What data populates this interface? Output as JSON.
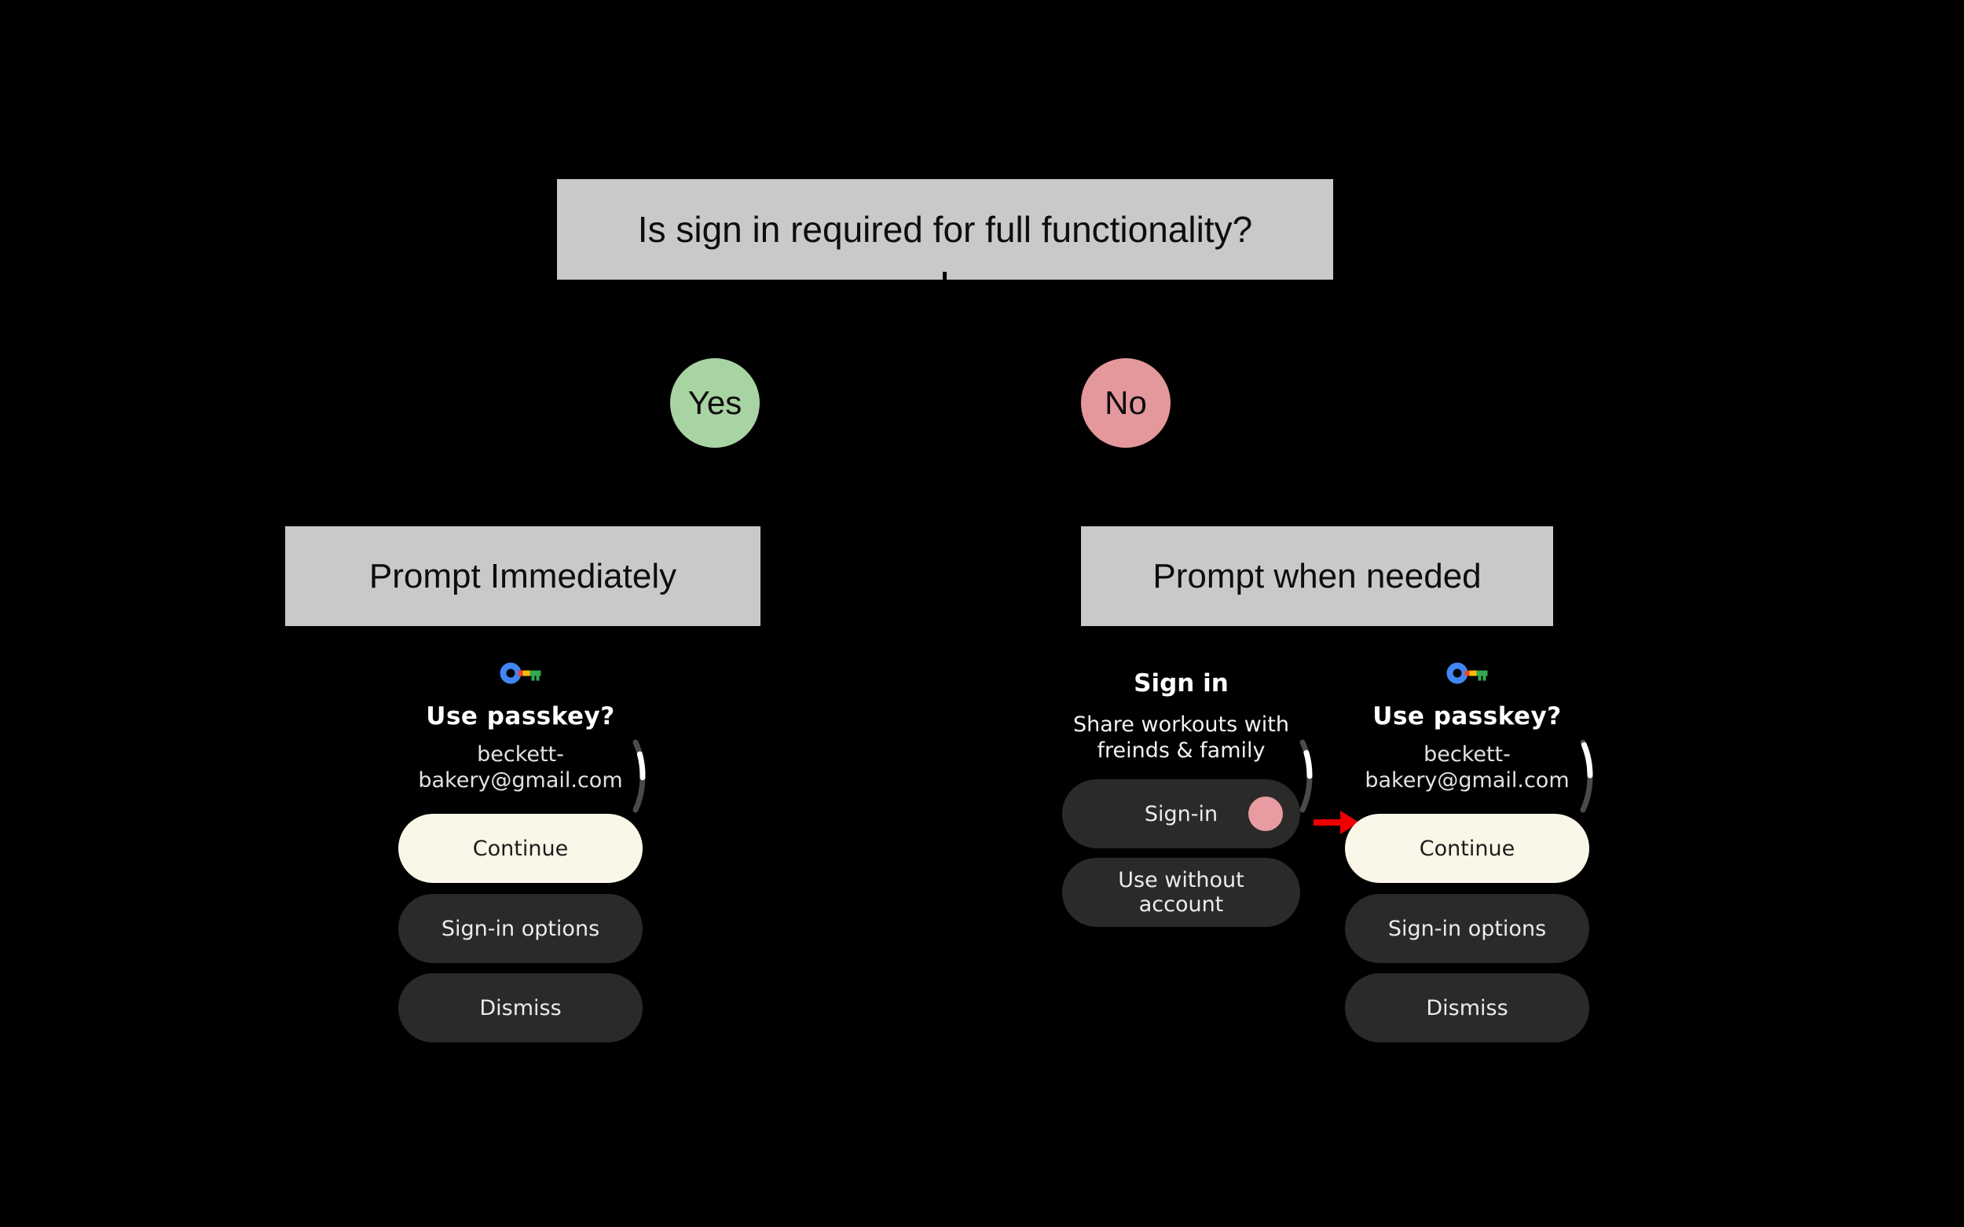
{
  "flowchart": {
    "question": "Is sign in required for full functionality?",
    "yes": {
      "label": "Yes",
      "outcome": "Prompt Immediately"
    },
    "no": {
      "label": "No",
      "outcome": "Prompt when needed"
    }
  },
  "passkey_screen": {
    "icon": "google-passkey-key-icon",
    "title": "Use passkey?",
    "account": {
      "line1": "beckett-",
      "line2": "bakery@gmail.com"
    },
    "continue_label": "Continue",
    "signin_options_label": "Sign-in options",
    "dismiss_label": "Dismiss"
  },
  "signin_screen": {
    "title": "Sign in",
    "subtitle": {
      "line1": "Share workouts with",
      "line2": "freinds & family"
    },
    "signin_label": "Sign-in",
    "use_without_account": {
      "line1": "Use without",
      "line2": "account"
    }
  },
  "colors": {
    "background": "#000000",
    "flow_box_gray": "#c9c9c9",
    "yes_green": "#a8d3a2",
    "no_pink": "#e5989b",
    "primary_button_cream": "#faf6e8",
    "secondary_button_dark": "#2b2a28",
    "tap_indicator_pink": "#e89ba1",
    "arrow_red": "#ee0000",
    "passkey_blue": "#4285f4",
    "passkey_red": "#ea4335",
    "passkey_yellow": "#fbbc04",
    "passkey_green": "#34a853",
    "scroll_track_gray": "#4a4a4a",
    "scroll_thumb_white": "#ffffff"
  }
}
